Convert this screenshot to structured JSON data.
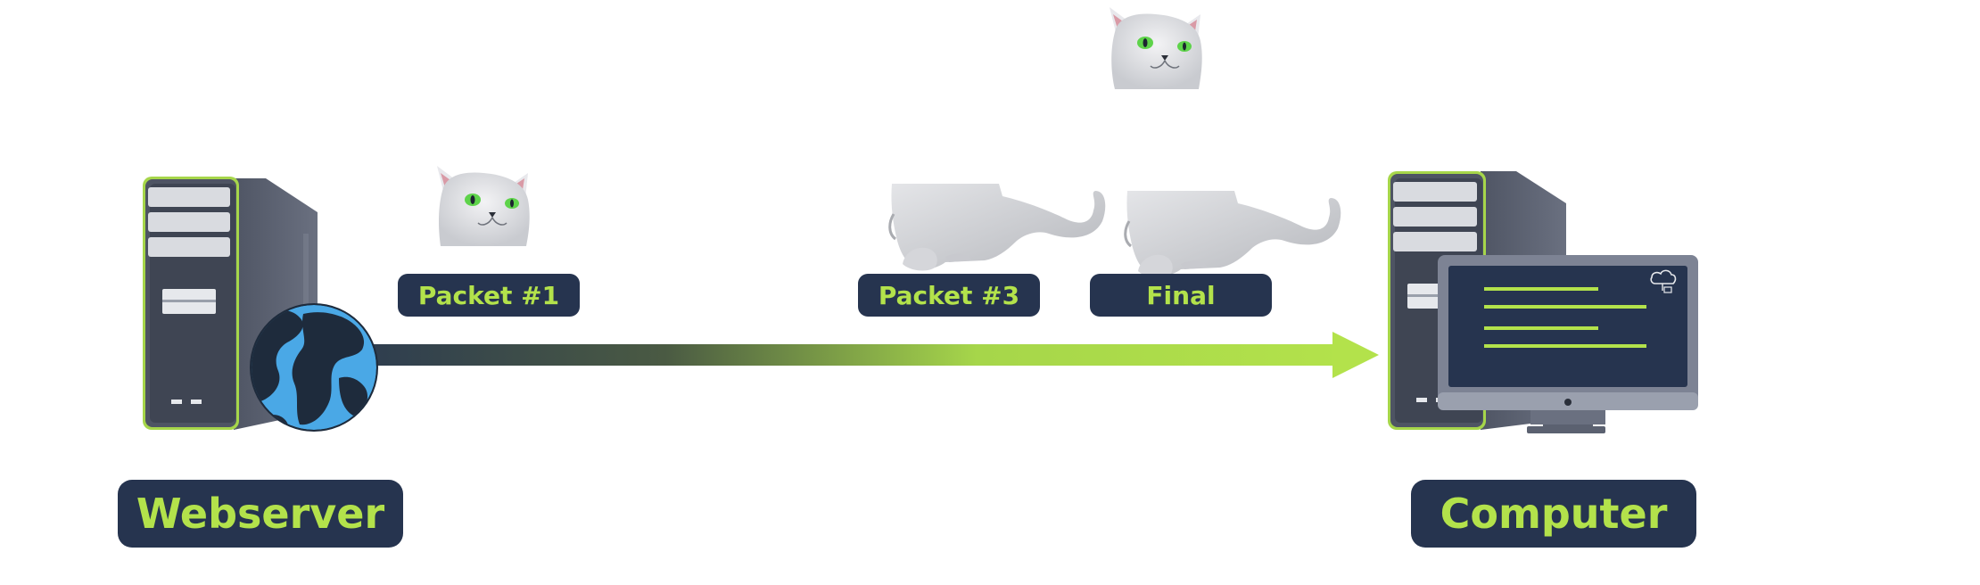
{
  "diagram": {
    "nodes": {
      "webserver": {
        "label": "Webserver",
        "icon": "server-tower-icon"
      },
      "computer": {
        "label": "Computer",
        "icon": "desktop-computer-icon"
      }
    },
    "globe_icon": "globe-icon",
    "cloud_icon": "cloud-sync-icon",
    "packets": [
      {
        "label": "Packet #1"
      },
      {
        "label": "Packet #3"
      },
      {
        "label": "Final"
      }
    ],
    "arrow": {
      "from": "webserver",
      "to": "computer"
    }
  },
  "colors": {
    "pill_background": "#26344f",
    "accent_green": "#b3e24b",
    "arrow_start": "#2f3e4f",
    "arrow_end": "#b3e24b",
    "server_body": "#5b6170",
    "screen": "#26344f"
  }
}
